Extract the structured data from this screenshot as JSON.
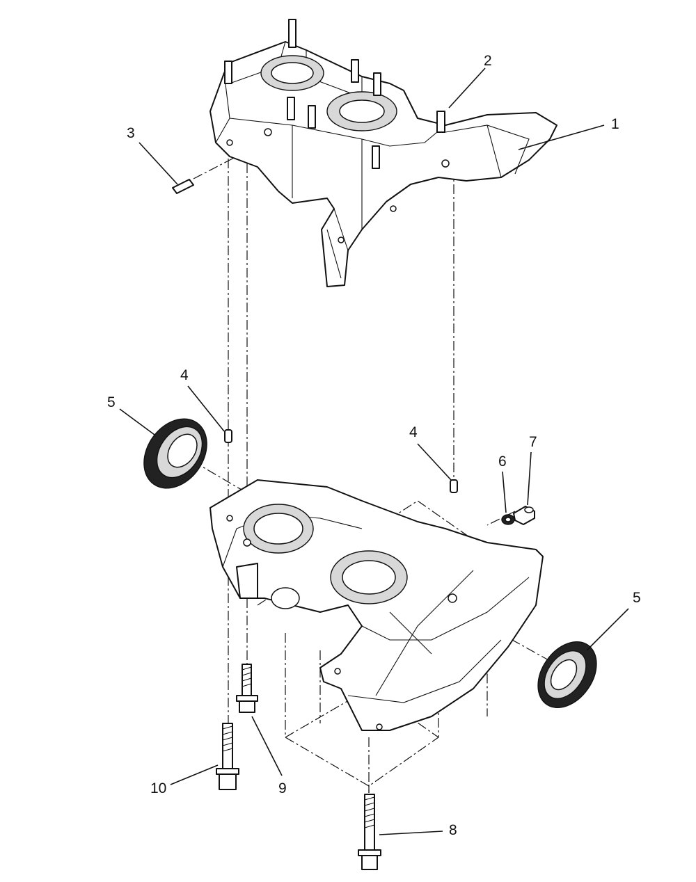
{
  "callouts": [
    {
      "id": "crankcase-upper",
      "label": "1"
    },
    {
      "id": "stud",
      "label": "2"
    },
    {
      "id": "pin",
      "label": "3"
    },
    {
      "id": "dowel-left",
      "label": "4"
    },
    {
      "id": "dowel-right",
      "label": "4"
    },
    {
      "id": "oil-seal-left",
      "label": "5"
    },
    {
      "id": "oil-seal-right",
      "label": "5"
    },
    {
      "id": "washer",
      "label": "6"
    },
    {
      "id": "plug",
      "label": "7"
    },
    {
      "id": "bolt-long",
      "label": "8"
    },
    {
      "id": "bolt-short",
      "label": "9"
    },
    {
      "id": "bolt-flange",
      "label": "10"
    }
  ],
  "colors": {
    "line": "#111111",
    "background": "#ffffff",
    "seal": "#222222"
  }
}
